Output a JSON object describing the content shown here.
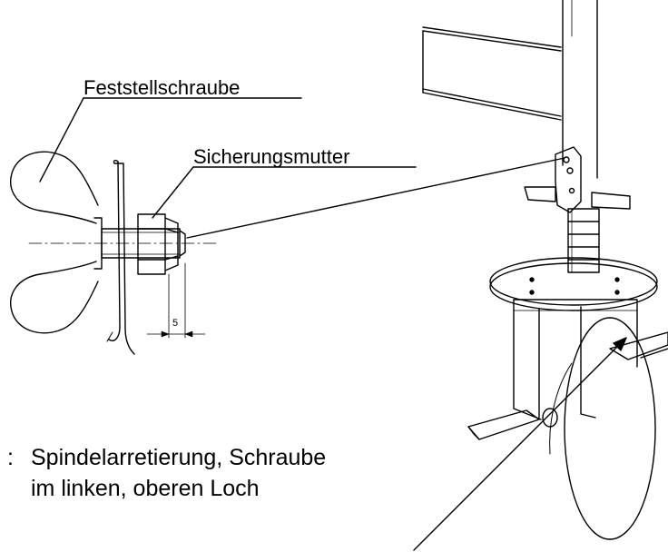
{
  "labels": {
    "wing_screw": "Feststellschraube",
    "lock_nut": "Sicherungsmutter",
    "dimension": "5"
  },
  "caption": {
    "marker": ":",
    "line1": "Spindelarretierung, Schraube",
    "line2": "im linken, oberen Loch"
  },
  "colors": {
    "line": "#000000",
    "background": "#ffffff"
  }
}
